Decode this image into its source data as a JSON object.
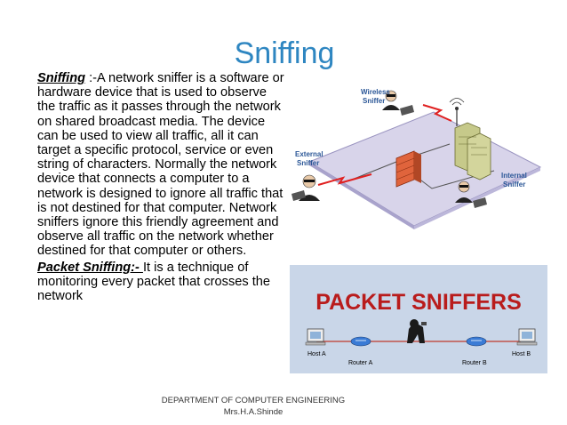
{
  "slide": {
    "title": "Sniffing",
    "para1_term": "Sniffing",
    "para1_text": " :-A network sniffer is a software or hardware device that is used to observe the traffic as it passes through the network on shared broadcast media. The device can be used to view all traffic, all it can target a specific protocol, service or even string of characters. Normally the network device that connects a computer to a network is designed to ignore all traffic that is not destined for that computer. Network sniffers ignore this friendly agreement and observe all traffic on the network whether destined for that computer or others.",
    "para2_term": "Packet Sniffing:- ",
    "para2_text": " It is a technique of monitoring every packet that crosses the network",
    "footer_line1": "DEPARTMENT OF COMPUTER ENGINEERING",
    "footer_line2": "Mrs.H.A.Shinde"
  },
  "figure1": {
    "wireless_label_1": "Wireless",
    "wireless_label_2": "Sniffer",
    "external_label_1": "External",
    "external_label_2": "Sniffer",
    "internal_label_1": "Internal",
    "internal_label_2": "Sniffer"
  },
  "figure2": {
    "banner": "PACKET SNIFFERS",
    "host_a": "Host A",
    "host_b": "Host B",
    "router_a": "Router A",
    "router_b": "Router B"
  },
  "colors": {
    "title": "#2e86c1",
    "banner_text": "#b91c1c",
    "banner_bg": "#c9d6e8",
    "platform": "#d8d4ea",
    "firewall": "#e0643c",
    "server": "#c6c98a",
    "lightning": "#e02020"
  }
}
